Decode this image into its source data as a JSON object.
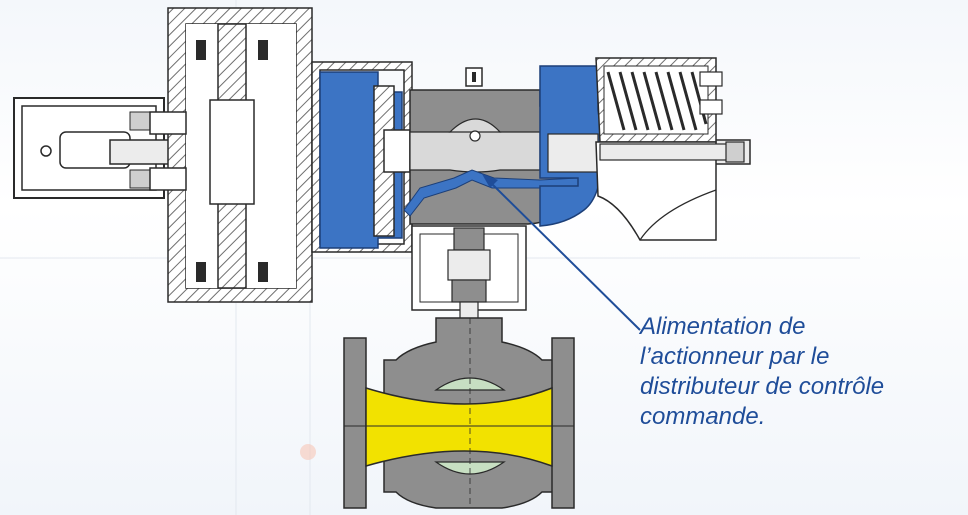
{
  "annotation": {
    "lines": [
      "Alimentation de",
      "l’actionneur par le",
      "distributeur de contrôle",
      "commande."
    ]
  },
  "colors": {
    "hatch": "#6f6f6f",
    "steel_grey": "#8e8e8e",
    "light_grey": "#d9d9d9",
    "hydraulic_blue": "#3c74c4",
    "valve_passage_yellow": "#f2e200",
    "ball_green": "#c7dfc2",
    "callout_line": "#1f4d99",
    "outline": "#2a2a2a"
  }
}
